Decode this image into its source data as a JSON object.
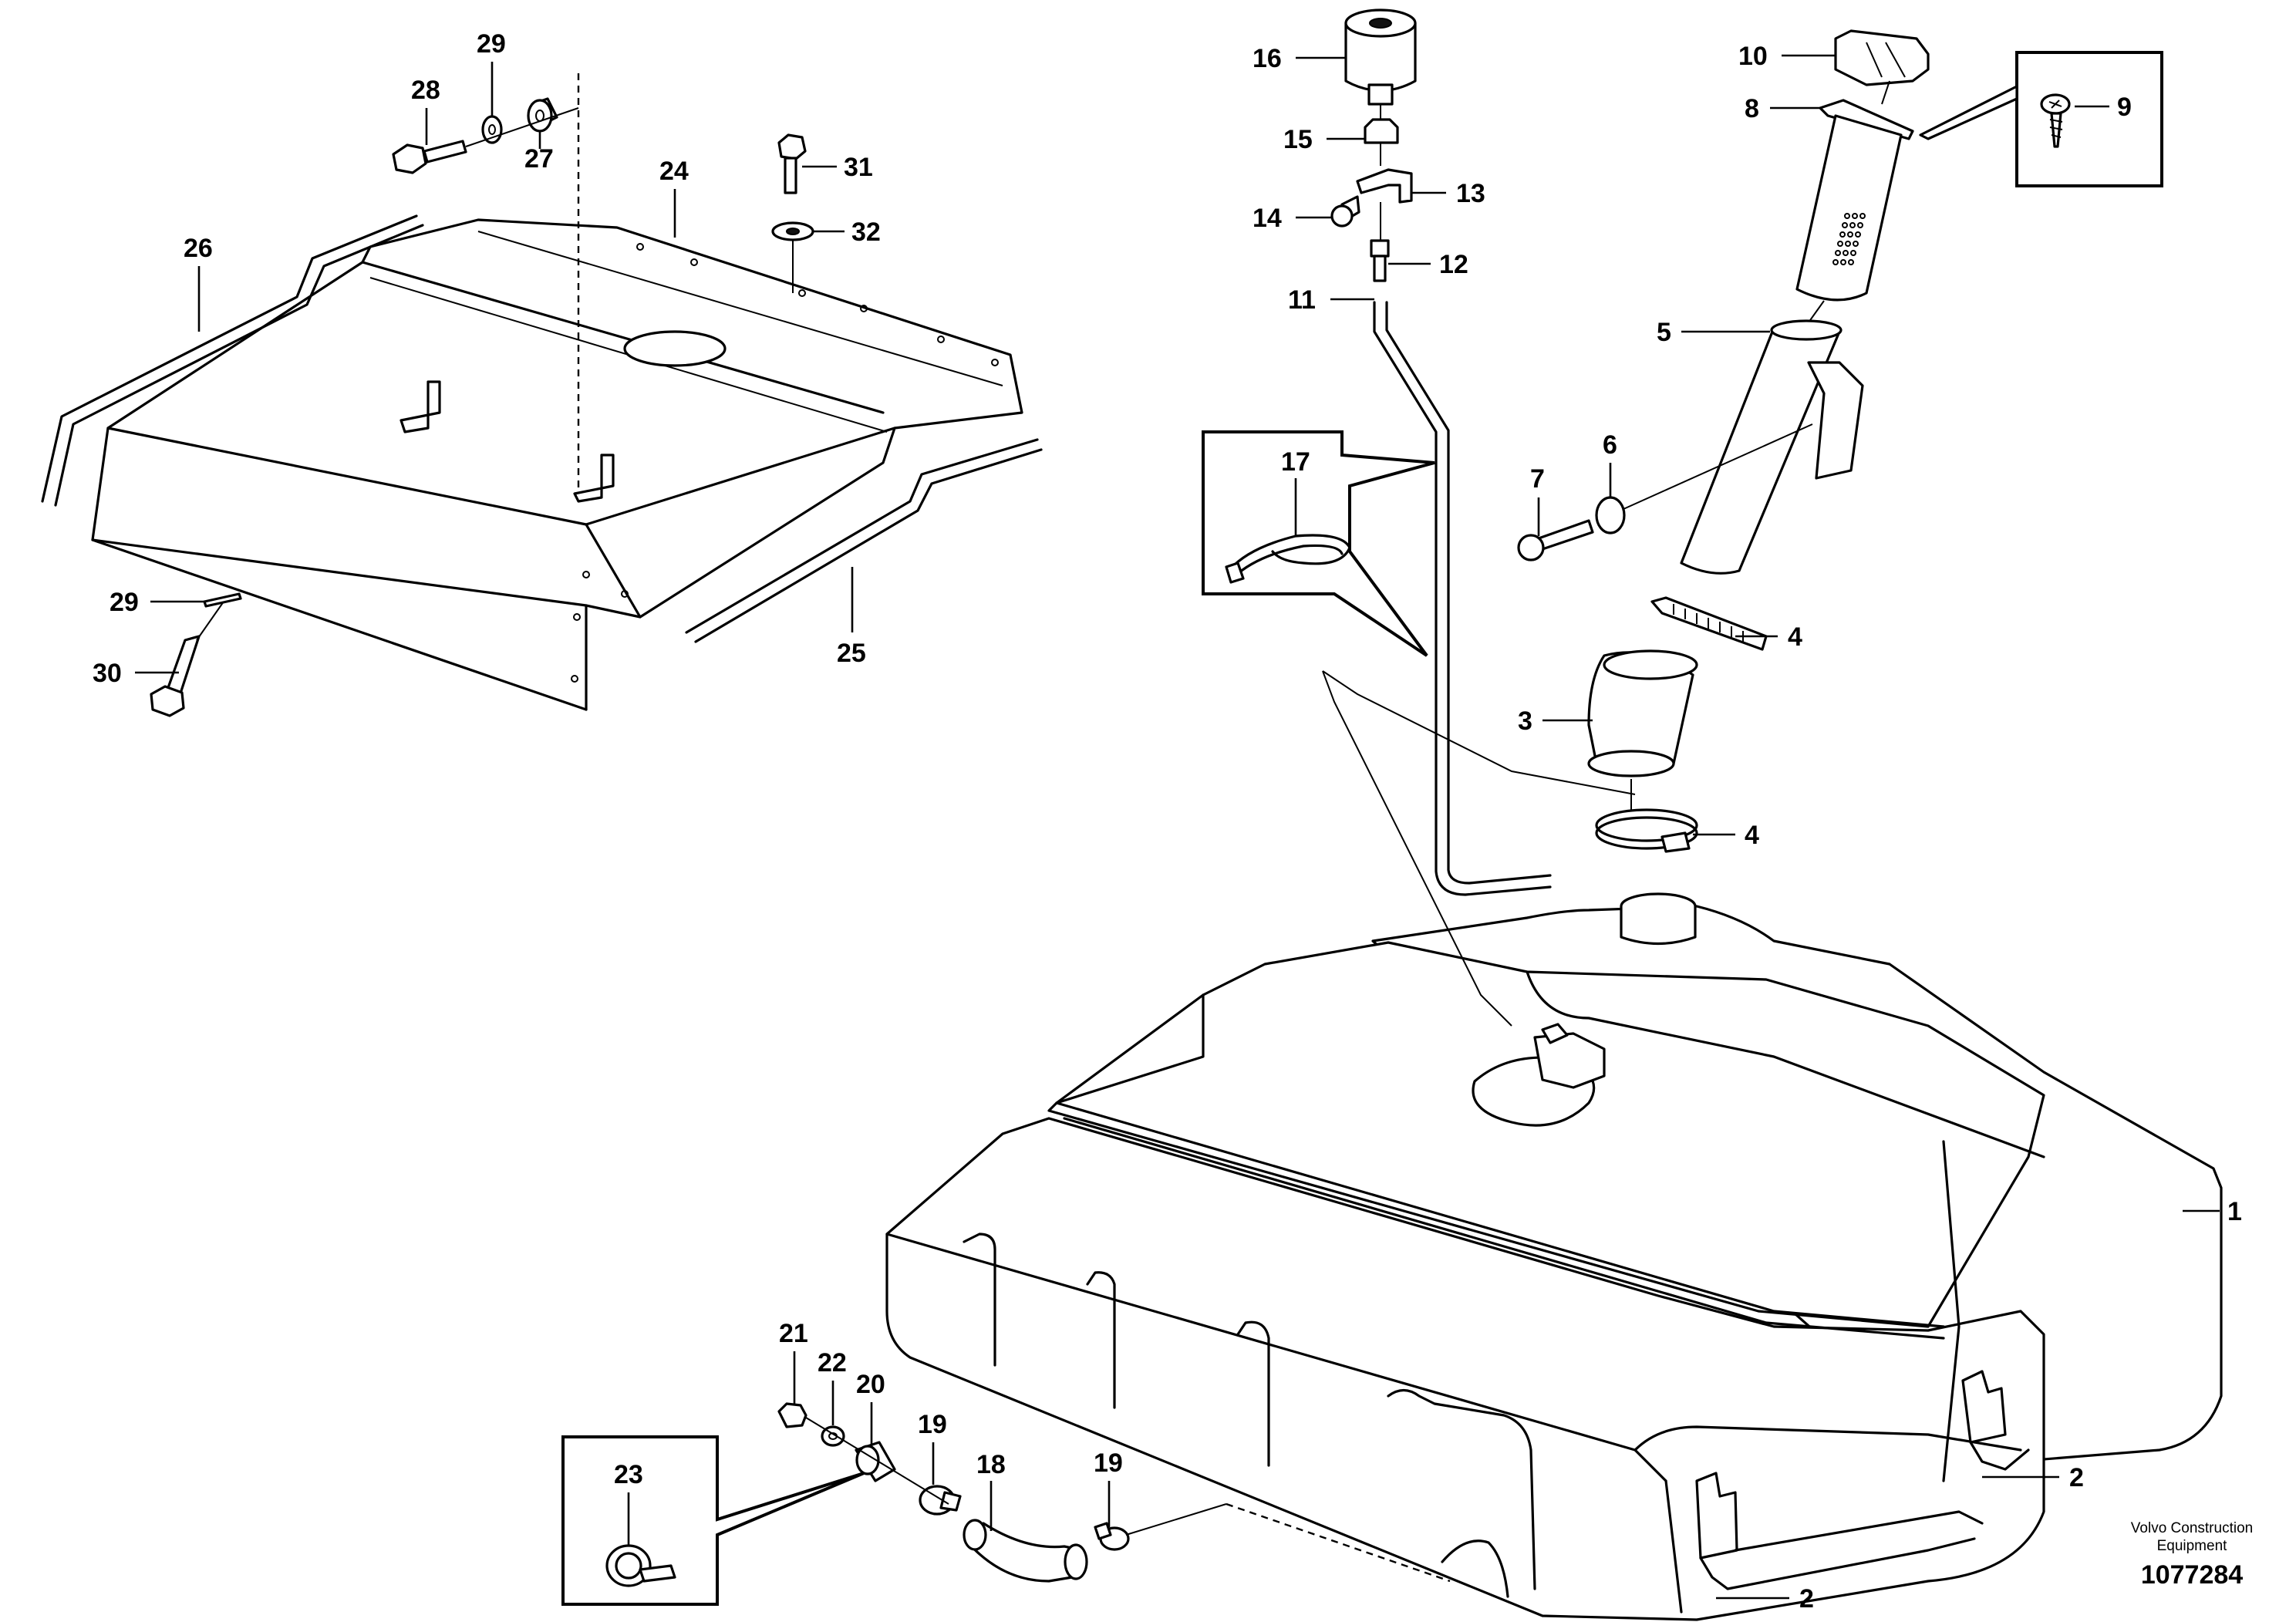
{
  "callouts": {
    "c1": "1",
    "c2a": "2",
    "c2b": "2",
    "c3": "3",
    "c4a": "4",
    "c4b": "4",
    "c5": "5",
    "c6": "6",
    "c7": "7",
    "c8": "8",
    "c9": "9",
    "c10": "10",
    "c11": "11",
    "c12": "12",
    "c13": "13",
    "c14": "14",
    "c15": "15",
    "c16": "16",
    "c17": "17",
    "c18": "18",
    "c19a": "19",
    "c19b": "19",
    "c20": "20",
    "c21": "21",
    "c22": "22",
    "c23": "23",
    "c24": "24",
    "c25": "25",
    "c26": "26",
    "c27": "27",
    "c28": "28",
    "c29a": "29",
    "c29b": "29",
    "c30": "30",
    "c31": "31",
    "c32": "32"
  },
  "brand": {
    "line1": "Volvo Construction",
    "line2": "Equipment"
  },
  "document_number": "1077284"
}
